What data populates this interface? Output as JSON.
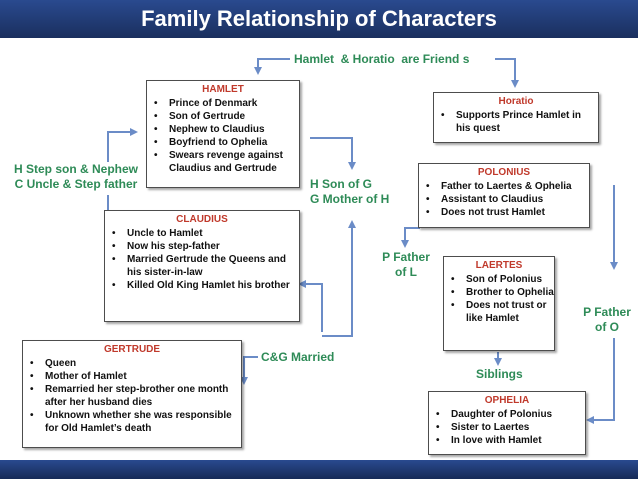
{
  "title": "Family Relationship of Characters",
  "colors": {
    "header": "#1f3a78",
    "box_title": "#c0392b",
    "label": "#2e8b57",
    "arrow": "#6b8cc7"
  },
  "boxes": {
    "hamlet": {
      "title": "HAMLET",
      "items": [
        "Prince of Denmark",
        "Son of Gertrude",
        "Nephew to Claudius",
        "Boyfriend to Ophelia",
        "Swears revenge against Claudius and Gertrude"
      ]
    },
    "horatio": {
      "title": "Horatio",
      "items": [
        "Supports Prince Hamlet in his quest"
      ]
    },
    "polonius": {
      "title": "POLONIUS",
      "items": [
        "Father to Laertes & Ophelia",
        "Assistant to Claudius",
        "Does not trust Hamlet"
      ]
    },
    "claudius": {
      "title": "CLAUDIUS",
      "items": [
        "Uncle to Hamlet",
        "Now his step-father",
        "Married Gertrude the Queens and his sister-in-law",
        "Killed Old King Hamlet his brother"
      ]
    },
    "laertes": {
      "title": "LAERTES",
      "items": [
        "Son of Polonius",
        "Brother to Ophelia",
        "Does not trust or like Hamlet"
      ]
    },
    "gertrude": {
      "title": "GERTRUDE",
      "items": [
        "Queen",
        "Mother of Hamlet",
        "Remarried her step-brother one month after her husband dies",
        "Unknown whether she was responsible for Old Hamlet’s death"
      ]
    },
    "ophelia": {
      "title": "OPHELIA",
      "items": [
        "Daughter of Polonius",
        "Sister to Laertes",
        "In love with Hamlet"
      ]
    }
  },
  "labels": {
    "friends": "Hamlet  & Horatio  are Friend s",
    "step_1": "H Step son & Nephew",
    "step_2": "C Uncle  & Step father",
    "son_1": "H Son of G",
    "son_2": "G Mother of H",
    "pl_1": "P  Father",
    "pl_2": "of  L",
    "po_1": "P Father",
    "po_2": "of O",
    "married": "C&G Married",
    "siblings": "Siblings"
  }
}
